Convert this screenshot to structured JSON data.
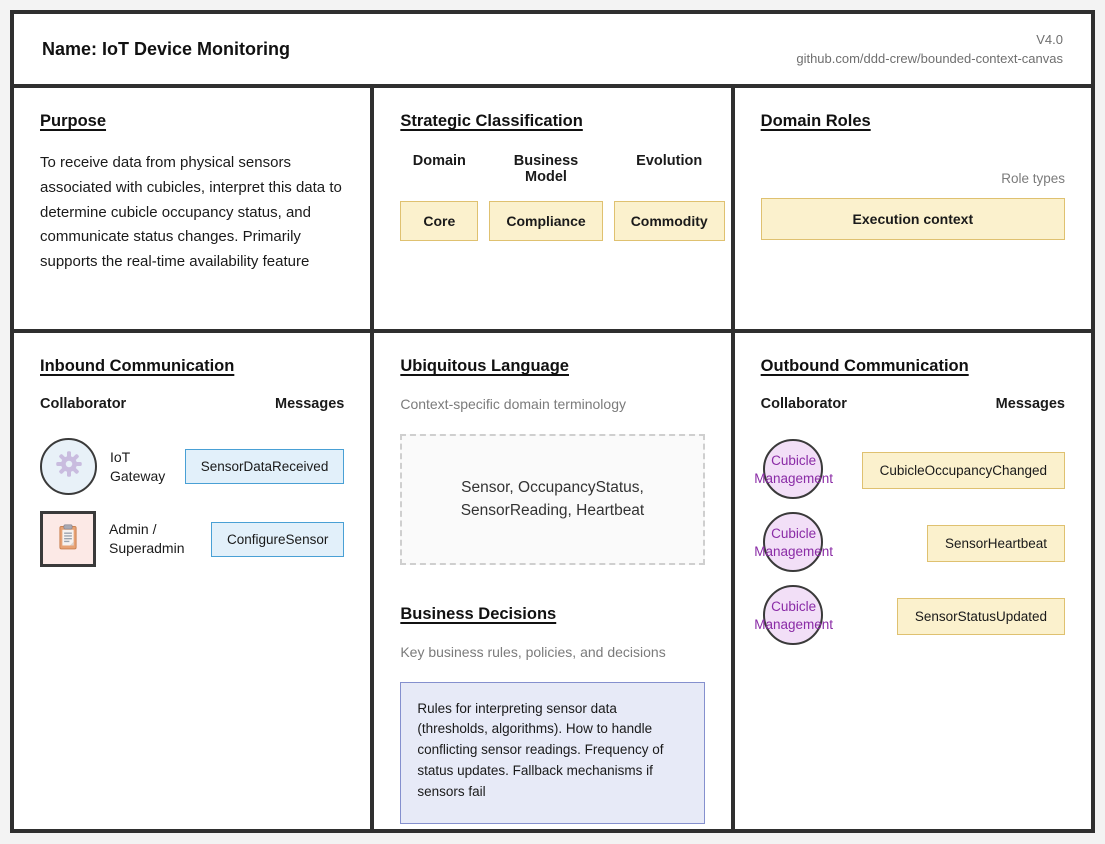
{
  "header": {
    "title": "Name: IoT Device Monitoring",
    "version": "V4.0",
    "link": "github.com/ddd-crew/bounded-context-canvas"
  },
  "purpose": {
    "heading": "Purpose",
    "text": "To receive data from physical sensors associated with cubicles, interpret this data to determine cubicle occupancy status, and communicate status changes. Primarily supports the real-time availability feature"
  },
  "strategic": {
    "heading": "Strategic Classification",
    "columns": [
      {
        "label": "Domain",
        "value": "Core"
      },
      {
        "label": "Business Model",
        "value": "Compliance"
      },
      {
        "label": "Evolution",
        "value": "Commodity"
      }
    ]
  },
  "domain_roles": {
    "heading": "Domain Roles",
    "role_types_label": "Role types",
    "roles": [
      "Execution context"
    ]
  },
  "inbound": {
    "heading": "Inbound Communication",
    "collaborator_label": "Collaborator",
    "messages_label": "Messages",
    "rows": [
      {
        "collaborator": "IoT Gateway",
        "icon": "gear-icon",
        "message": "SensorDataReceived"
      },
      {
        "collaborator": "Admin / Superadmin",
        "icon": "clipboard-icon",
        "message": "ConfigureSensor"
      }
    ]
  },
  "ubiquitous": {
    "heading": "Ubiquitous Language",
    "subtitle": "Context-specific domain terminology",
    "terms": "Sensor, OccupancyStatus, SensorReading, Heartbeat"
  },
  "decisions": {
    "heading": "Business Decisions",
    "subtitle": "Key business rules, policies, and decisions",
    "text": "Rules for interpreting sensor data (thresholds, algorithms). How to handle conflicting sensor readings. Frequency of status updates. Fallback mechanisms if sensors fail"
  },
  "outbound": {
    "heading": "Outbound Communication",
    "collaborator_label": "Collaborator",
    "messages_label": "Messages",
    "rows": [
      {
        "collaborator": "Cubicle Management",
        "message": "CubicleOccupancyChanged"
      },
      {
        "collaborator": "Cubicle Management",
        "message": "SensorHeartbeat"
      },
      {
        "collaborator": "Cubicle Management",
        "message": "SensorStatusUpdated"
      }
    ]
  },
  "colors": {
    "panel_border": "#2f2f2f",
    "yellow_fill": "#fbf1cd",
    "yellow_border": "#dfc170",
    "blue_fill": "#e2f0fa",
    "blue_border": "#49a0d5",
    "purple_fill": "#f2dff7",
    "purple_text": "#8a2ba6",
    "decision_fill": "#e7eaf7",
    "decision_border": "#8590ce",
    "gray_text": "#7b7b7b"
  }
}
